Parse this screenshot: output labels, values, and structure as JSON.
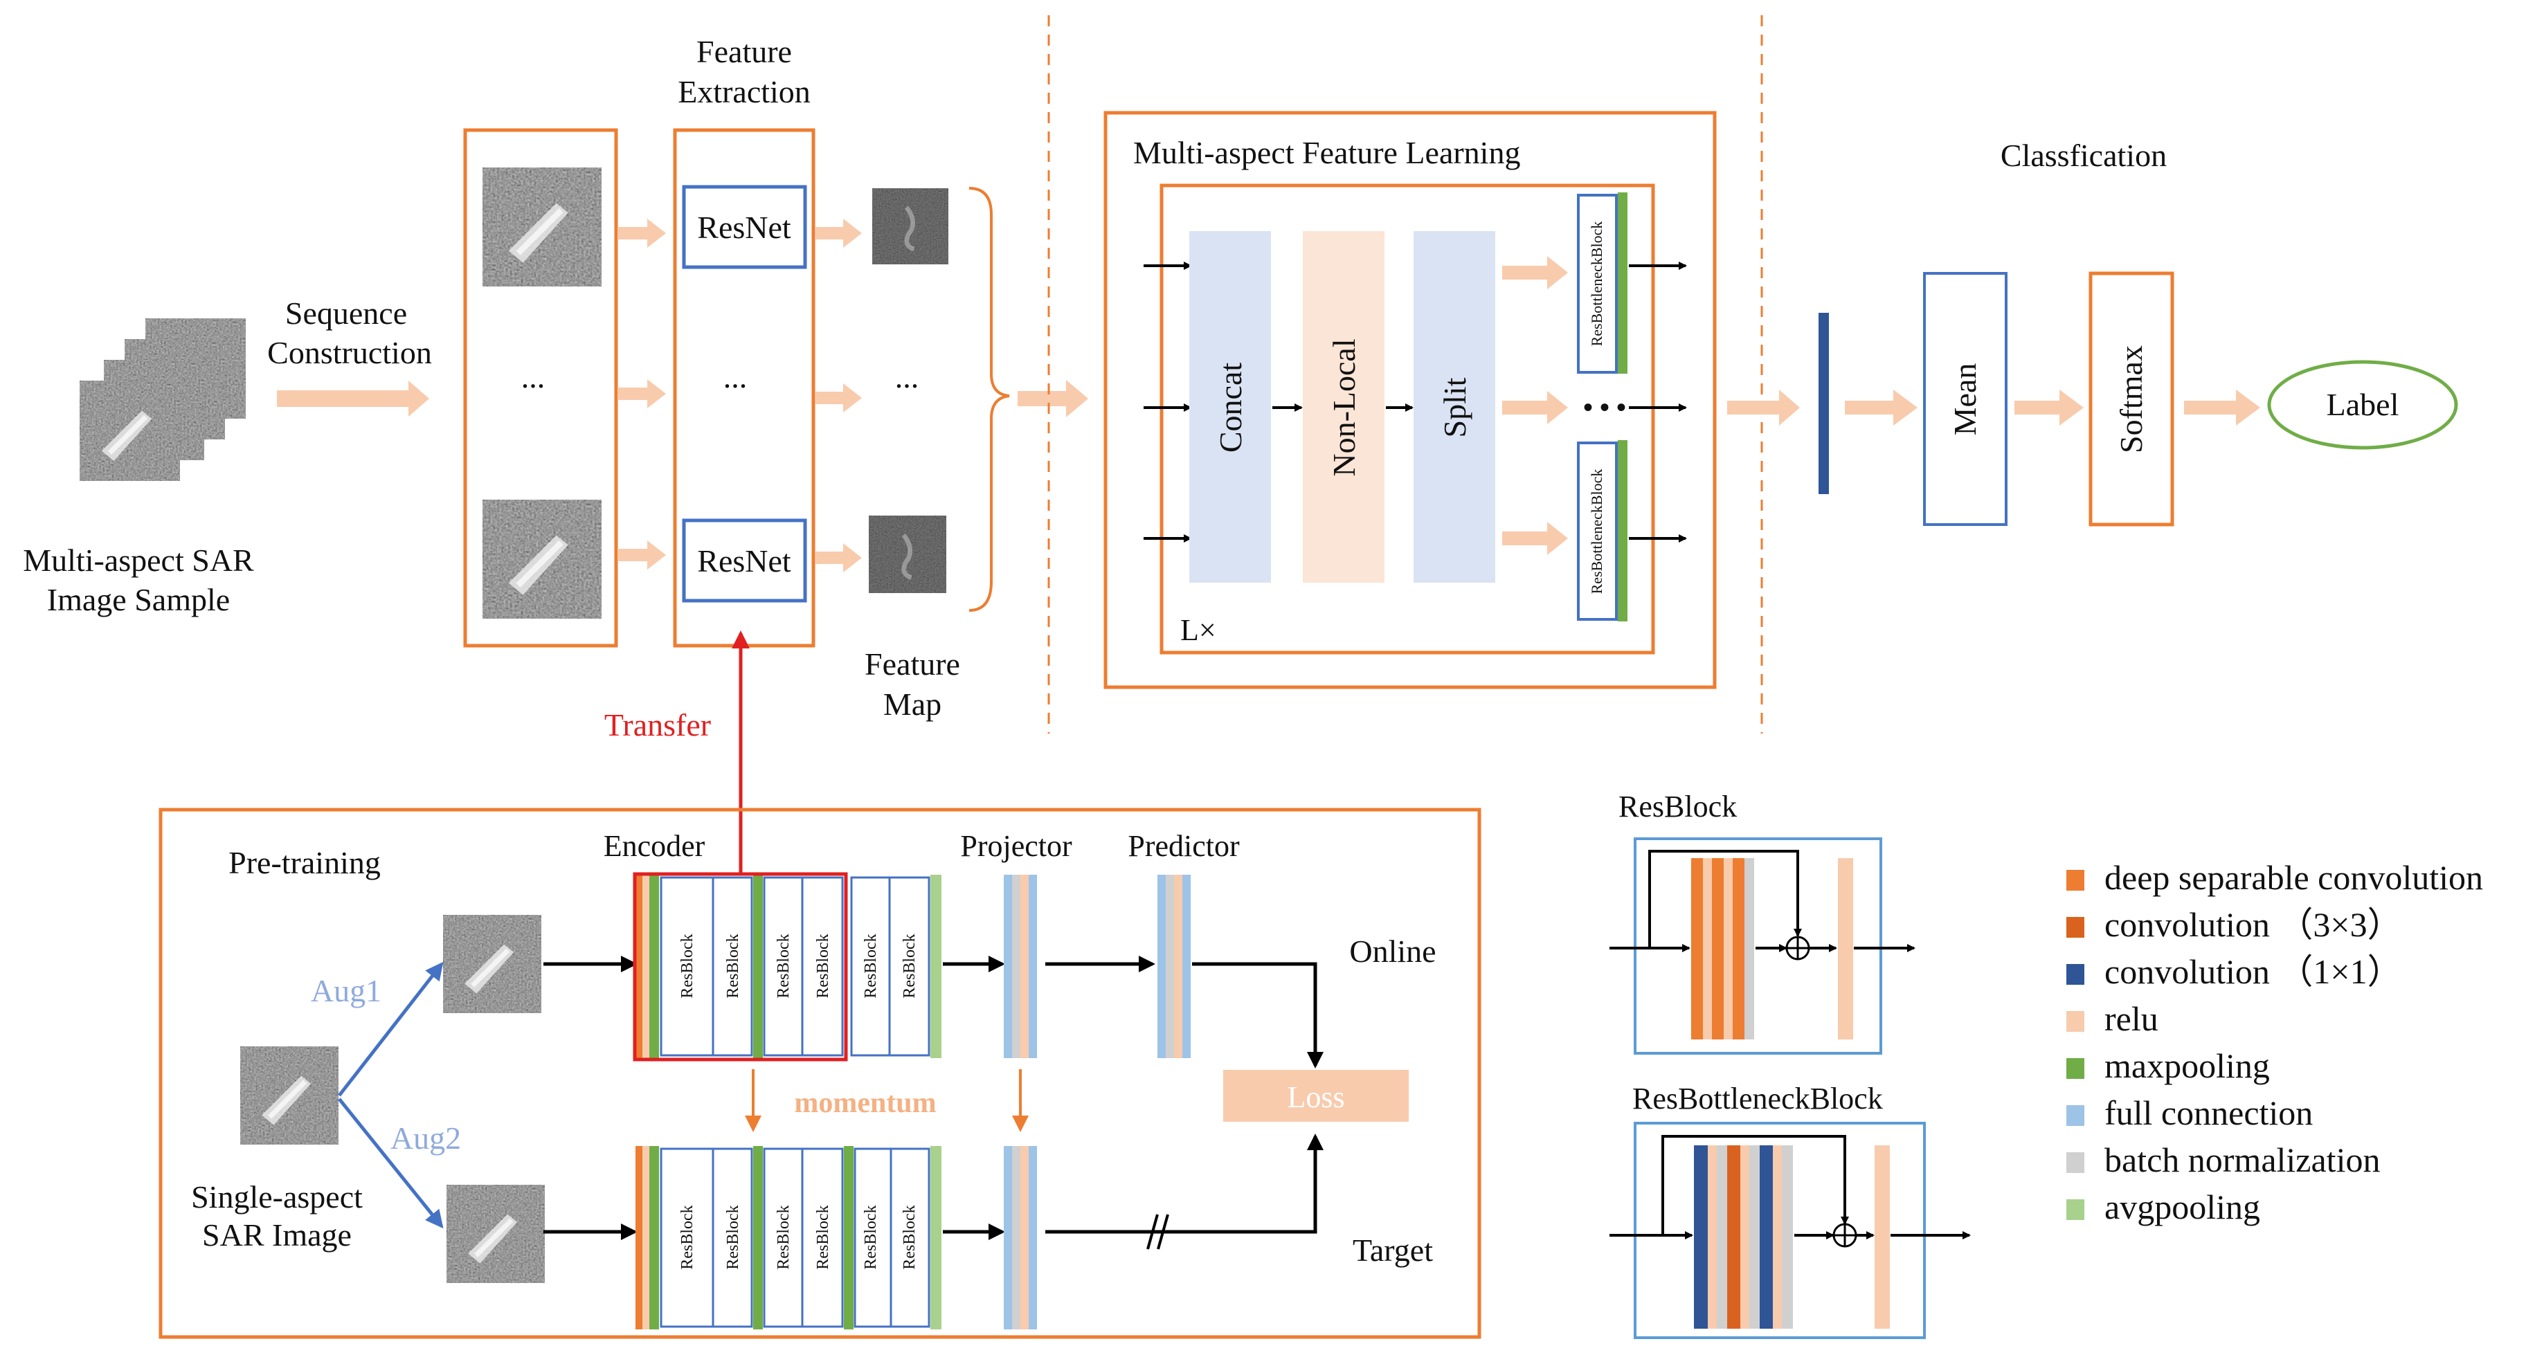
{
  "colors": {
    "orange_border": "#ED7D31",
    "blue_border": "#4472C4",
    "arrow_light": "#F8CBAD",
    "red": "#E02020",
    "aug_blue": "#8FAADC",
    "momentum_orange": "#F4B183",
    "green": "#70AD47"
  },
  "top": {
    "input_label": [
      "Multi-aspect SAR",
      "Image Sample"
    ],
    "sequence_label": [
      "Sequence",
      "Construction"
    ],
    "feature_extraction_title": [
      "Feature",
      "Extraction"
    ],
    "resnet_label": "ResNet",
    "ellipsis": "...",
    "feature_map_label": [
      "Feature",
      "Map"
    ],
    "transfer_label": "Transfer"
  },
  "mafl": {
    "title": "Multi-aspect Feature Learning",
    "concat": "Concat",
    "nonlocal": "Non-Local",
    "split": "Split",
    "resbottleneck_vertical": "ResBottleneckBlock",
    "repeat_label": "L×",
    "dots": "• • •"
  },
  "classification": {
    "title": "Classfication",
    "mean": "Mean",
    "softmax": "Softmax",
    "label": "Label"
  },
  "pretraining": {
    "title": "Pre-training",
    "encoder": "Encoder",
    "projector": "Projector",
    "predictor": "Predictor",
    "online": "Online",
    "target": "Target",
    "momentum": "momentum",
    "loss": "Loss",
    "aug1": "Aug1",
    "aug2": "Aug2",
    "single_label": [
      "Single-aspect",
      "SAR Image"
    ],
    "resblock_vertical": "ResBlock"
  },
  "resblock_title": "ResBlock",
  "resbottleneck_title": "ResBottleneckBlock",
  "legend": [
    {
      "label": "deep separable convolution",
      "color": "#ED7D31"
    },
    {
      "label": "convolution （3×3）",
      "color": "#D9621E"
    },
    {
      "label": "convolution （1×1）",
      "color": "#2F5597"
    },
    {
      "label": "relu",
      "color": "#F8CBAD"
    },
    {
      "label": "maxpooling",
      "color": "#70AD47"
    },
    {
      "label": "full connection",
      "color": "#9DC3E6"
    },
    {
      "label": "batch normalization",
      "color": "#D0D0D0"
    },
    {
      "label": "avgpooling",
      "color": "#A9D18E"
    }
  ]
}
